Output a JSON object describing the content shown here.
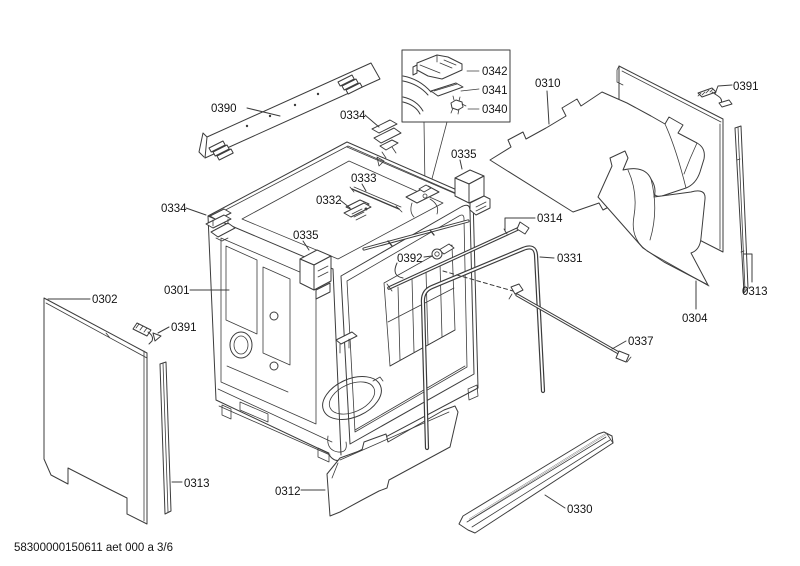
{
  "colors": {
    "background": "#ffffff",
    "line": "#3c3c3c",
    "text": "#141414"
  },
  "footer": {
    "code": "58300000150611 aet 000 a 3/6"
  },
  "diagram": {
    "type": "exploded-parts-diagram",
    "labels": {
      "l0390": "0390",
      "l0342": "0342",
      "l0341": "0341",
      "l0340": "0340",
      "l0310": "0310",
      "l0391_top_right": "0391",
      "l0334_top": "0334",
      "l0334_left": "0334",
      "l0333": "0333",
      "l0332": "0332",
      "l0335_top": "0335",
      "l0335_left": "0335",
      "l0314": "0314",
      "l0331": "0331",
      "l0392": "0392",
      "l0301": "0301",
      "l0302": "0302",
      "l0391_left": "0391",
      "l0313_left": "0313",
      "l0312": "0312",
      "l0330": "0330",
      "l0337": "0337",
      "l0304": "0304",
      "l0313_right": "0313"
    }
  }
}
